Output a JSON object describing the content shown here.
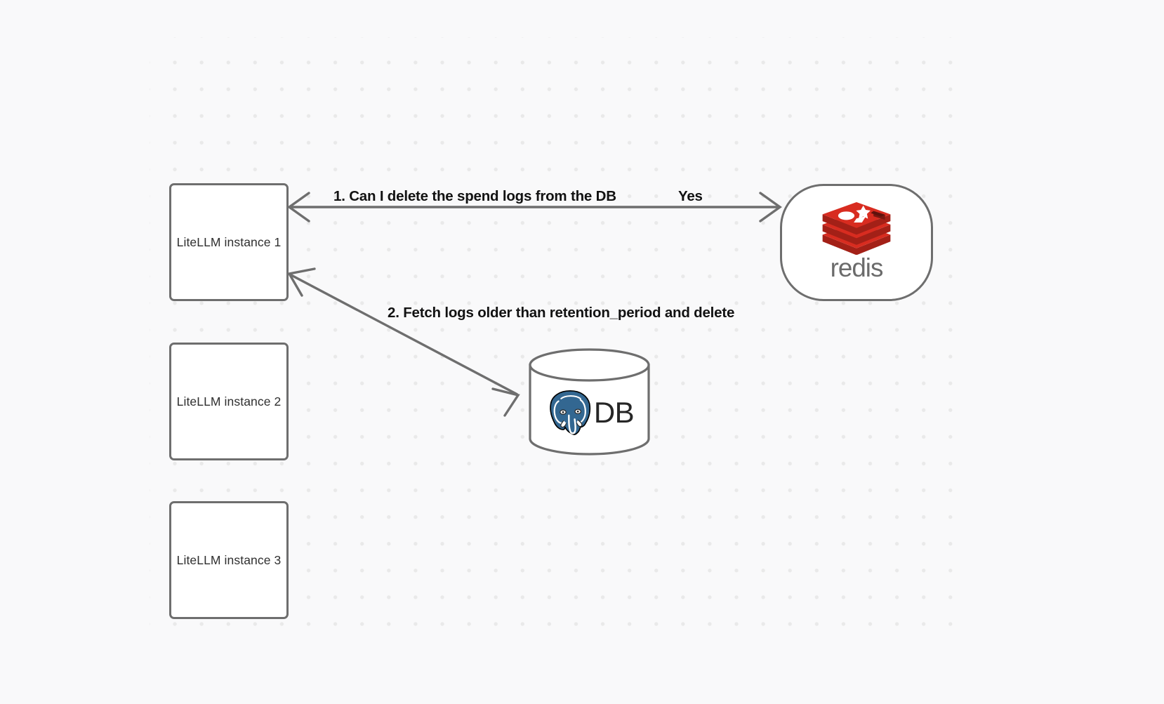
{
  "canvas": {
    "background_color": "#f9f9fa",
    "grid_dot_color": "#e9e9e9"
  },
  "nodes": {
    "instances": [
      {
        "id": "litellm-instance-1",
        "label": "LiteLLM instance 1"
      },
      {
        "id": "litellm-instance-2",
        "label": "LiteLLM instance 2"
      },
      {
        "id": "litellm-instance-3",
        "label": "LiteLLM instance 3"
      }
    ],
    "redis": {
      "id": "redis-node",
      "logo_name": "redis-logo",
      "wordmark": "redis",
      "brand_color": "#d82c20",
      "wordmark_color": "#6b6b6b"
    },
    "database": {
      "id": "database-node",
      "logo_name": "postgresql-elephant-icon",
      "label": "DB",
      "brand_color": "#336791",
      "outline_color": "#6e6e6e"
    }
  },
  "edges": [
    {
      "id": "edge-litellm1-redis",
      "label": "1.  Can I delete the spend logs from the DB",
      "reply_label": "Yes",
      "from": "litellm-instance-1",
      "to": "redis-node",
      "arrowheads": "both",
      "color": "#6e6e6e"
    },
    {
      "id": "edge-litellm1-database",
      "label": "2.  Fetch logs older than retention_period and delete",
      "from": "litellm-instance-1",
      "to": "database-node",
      "arrowheads": "both",
      "color": "#6e6e6e"
    }
  ]
}
